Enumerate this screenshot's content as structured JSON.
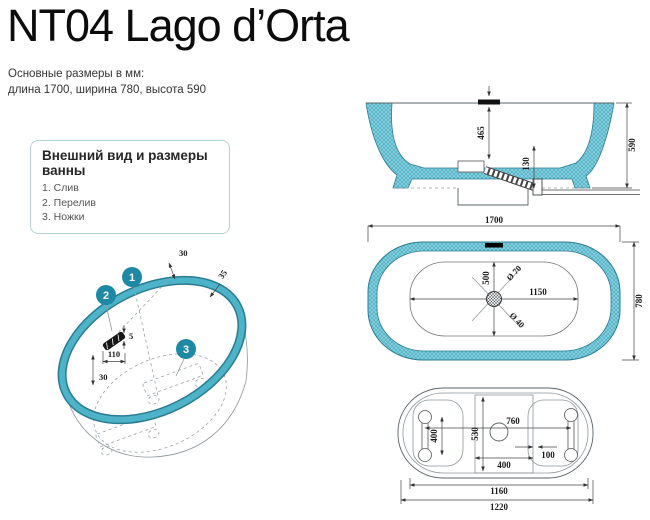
{
  "header": {
    "title": "NT04 Lago d’Orta",
    "subtitle_line1": "Основные размеры в мм:",
    "subtitle_line2": "длина 1700, ширина 780, высота 590"
  },
  "legend": {
    "title": "Внешний вид и размеры ванны",
    "items": [
      {
        "label": "1. Слив"
      },
      {
        "label": "2. Перелив"
      },
      {
        "label": "3. Ножки"
      }
    ]
  },
  "colors": {
    "teal_fill": "#4db3c8",
    "teal_edge": "#2a7c91",
    "callout_badge": "#1e89a5",
    "drawing_line": "#555555",
    "legend_border": "#b5d3db"
  },
  "perspective_view": {
    "callouts": [
      "1",
      "2",
      "3"
    ],
    "dims": {
      "rim_top": "30",
      "rim_side": "35",
      "overflow_thickness": "5",
      "overflow_width": "110",
      "overflow_offset": "30"
    }
  },
  "side_view": {
    "dims": {
      "inner_depth": "465",
      "drain_outlet_height": "130",
      "overall_height": "590"
    }
  },
  "top_view": {
    "dims": {
      "overall_length": "1700",
      "overall_width": "780",
      "inner_width": "500",
      "inner_length": "1150",
      "drain_outer": "Ø 70",
      "drain_inner": "Ø 40"
    }
  },
  "bottom_view": {
    "dims": {
      "leg_length": "400",
      "base_length": "530",
      "base_width": "400",
      "leg_span": "760",
      "leg_gap": "100",
      "base_span": "1160",
      "bottom_length": "1220"
    }
  }
}
